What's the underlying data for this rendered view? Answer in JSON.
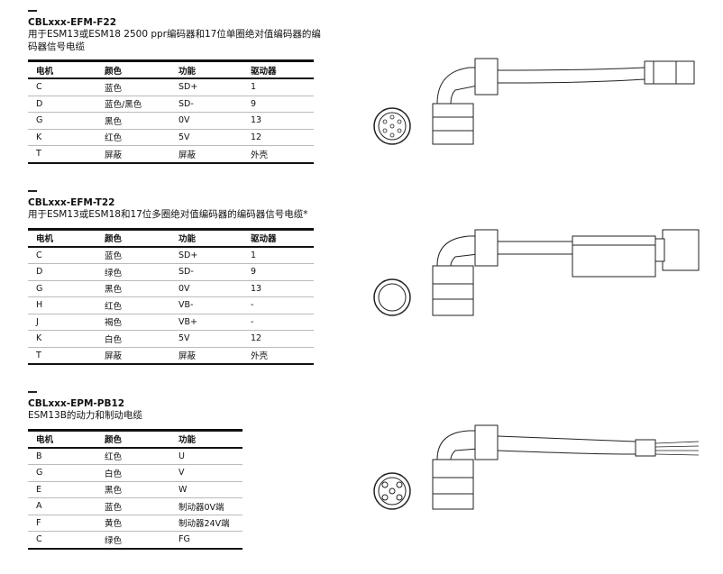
{
  "sections": [
    {
      "title": "CBLxxx-EFM-F22",
      "desc": "用于ESM13或ESM18 2500 ppr编码器和17位单圈绝对值编码器的编码器信号电缆",
      "headers": [
        "电机",
        "颜色",
        "功能",
        "驱动器"
      ],
      "rows": [
        [
          "C",
          "蓝色",
          "SD+",
          "1"
        ],
        [
          "D",
          "蓝色/黑色",
          "SD-",
          "9"
        ],
        [
          "G",
          "黑色",
          "0V",
          "13"
        ],
        [
          "K",
          "红色",
          "5V",
          "12"
        ],
        [
          "T",
          "屏蔽",
          "屏蔽",
          "外壳"
        ]
      ]
    },
    {
      "title": "CBLxxx-EFM-T22",
      "desc": "用于ESM13或ESM18和17位多圈绝对值编码器的编码器信号电缆*",
      "headers": [
        "电机",
        "颜色",
        "功能",
        "驱动器"
      ],
      "rows": [
        [
          "C",
          "蓝色",
          "SD+",
          "1"
        ],
        [
          "D",
          "绿色",
          "SD-",
          "9"
        ],
        [
          "G",
          "黑色",
          "0V",
          "13"
        ],
        [
          "H",
          "红色",
          "VB-",
          "-"
        ],
        [
          "J",
          "褐色",
          "VB+",
          "-"
        ],
        [
          "K",
          "白色",
          "5V",
          "12"
        ],
        [
          "T",
          "屏蔽",
          "屏蔽",
          "外壳"
        ]
      ]
    },
    {
      "title": "CBLxxx-EPM-PB12",
      "desc": "ESM13B的动力和制动电缆",
      "headers": [
        "电机",
        "颜色",
        "功能"
      ],
      "rows": [
        [
          "B",
          "红色",
          "U"
        ],
        [
          "G",
          "白色",
          "V"
        ],
        [
          "E",
          "黑色",
          "W"
        ],
        [
          "A",
          "蓝色",
          "制动器0V端"
        ],
        [
          "F",
          "黄色",
          "制动器24V端"
        ],
        [
          "C",
          "绿色",
          "FG"
        ]
      ]
    }
  ]
}
